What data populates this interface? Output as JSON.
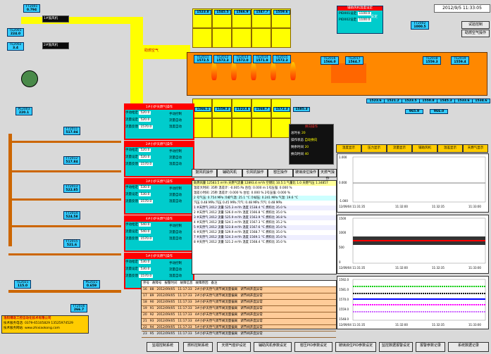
{
  "header": {
    "datetime": "2012/9/5 11:33:05"
  },
  "left_tags": [
    {
      "id": "FT2001",
      "v": "0.794"
    },
    {
      "id": "TE2001",
      "v": "224.0"
    },
    {
      "id": "TE2002",
      "v": "3.4"
    },
    {
      "id": "PE2003",
      "v": "220.1"
    },
    {
      "id": "FT2011",
      "v": "517.04"
    },
    {
      "id": "FT2012",
      "v": "517.84"
    },
    {
      "id": "FT2013",
      "v": "522.85"
    },
    {
      "id": "FT2014",
      "v": "524.58"
    },
    {
      "id": "FT2015",
      "v": "521.6"
    },
    {
      "id": "TE2021",
      "v": "115.0"
    },
    {
      "id": "PE2021",
      "v": "0.659"
    },
    {
      "id": "FT2016",
      "v": "266.7"
    }
  ],
  "fan_labels": {
    "fan1": "1#鼓风机",
    "fan2": "2#鼓风机",
    "air": "助燃空气",
    "gas": "天燃气"
  },
  "burner_panels": [
    {
      "title": "1#小炉天燃气操作",
      "rows": [
        {
          "k": "手动给定",
          "v": "520.0"
        },
        {
          "k": "流量设定",
          "v": "520.0"
        },
        {
          "k": "流量反馈",
          "v": "1570.0"
        }
      ],
      "opts": [
        "手动控制",
        "流量自动",
        "温度自动"
      ]
    },
    {
      "title": "2#小炉天燃气操作",
      "rows": [
        {
          "k": "手动给定",
          "v": "520.0"
        },
        {
          "k": "流量设定",
          "v": "520.0"
        },
        {
          "k": "流量反馈",
          "v": "1570.0"
        }
      ],
      "opts": [
        "手动控制",
        "流量自动",
        "温度自动"
      ]
    },
    {
      "title": "3#小炉天燃气操作",
      "rows": [
        {
          "k": "手动给定",
          "v": "530.0"
        },
        {
          "k": "流量设定",
          "v": "530.0"
        },
        {
          "k": "流量反馈",
          "v": "1570.0"
        }
      ],
      "opts": [
        "手动控制",
        "流量自动",
        "温度自动"
      ]
    },
    {
      "title": "4#小炉天燃气操作",
      "rows": [
        {
          "k": "手动给定",
          "v": "540.0"
        },
        {
          "k": "流量设定",
          "v": "540.0"
        },
        {
          "k": "流量反馈",
          "v": "1570.0"
        }
      ],
      "opts": [
        "手动控制",
        "流量自动",
        "温度自动"
      ]
    },
    {
      "title": "5#小炉天燃气操作",
      "rows": [
        {
          "k": "手动给定",
          "v": "530.0"
        },
        {
          "k": "流量设定",
          "v": "530.0"
        },
        {
          "k": "流量反馈",
          "v": "1570.0"
        }
      ],
      "opts": [
        "手动控制",
        "流量自动",
        "温度自动"
      ]
    }
  ],
  "furnace_tags": [
    "TE2011",
    "TE2012",
    "TE2013",
    "TE2014",
    "TE2015",
    "TE2016",
    "TE2017",
    "TE2018",
    "TE2019"
  ],
  "furnace_values": [
    "1572.5",
    "1572.3",
    "1572.0",
    "1571.9",
    "1572.3",
    "1566.0",
    "1564.7",
    "1559.3",
    "1559.4"
  ],
  "bottom_tags": [
    "1566.1",
    "1559.3",
    "1523.4",
    "1568.7",
    "1572.3",
    "1585.3"
  ],
  "regen_tags": [
    "1523.8",
    "1545.5",
    "1566.9",
    "1547.7",
    "1559.6"
  ],
  "right_tags": [
    "1523.6",
    "1521.2",
    "1523.5",
    "1550.8",
    "1545.3",
    "1533.6",
    "1534.6",
    "965.9",
    "966.0"
  ],
  "right_top": {
    "title": "辅助风机温度设定",
    "rows": [
      {
        "k": "PID001设定",
        "v": "1100.0"
      },
      {
        "k": "PID002设定",
        "v": "1100.0"
      }
    ],
    "setpoint_label": "设定",
    "btn1": "试验控制",
    "btn2": "助燃空气操作",
    "fan_tag": "FT2002",
    "fan_v": "1000.5"
  },
  "status_buttons": [
    "温度显示",
    "压力显示",
    "流量显示",
    "辅助风机",
    "温差显示",
    "天燃气显示"
  ],
  "mid_buttons": [
    "鼓风机操作",
    "辅助风机",
    "引风机操作",
    "窑压操作",
    "玻璃液位操作",
    "天燃气操作"
  ],
  "info_panel": {
    "title": "换向操作",
    "rows": [
      {
        "k": "总时长",
        "v": "20"
      },
      {
        "k": "操作状态",
        "v": "自动换向"
      },
      {
        "k": "剩余时间",
        "v": "20"
      },
      {
        "k": "换向时间",
        "v": "40"
      }
    ]
  },
  "summary_line": "助燃风量 12583.5 m³/h  天燃气流量 12893.4 m³/h  空燃比 10.5:1  气量比 1.0  天燃气压 1.34857",
  "summary_rows": [
    "温差大时间: 35秒  温差计: -0.005 Pa  台位: 0.000 m  1号压强: 0.000 %",
    "温差小时间: 25秒  温差计: 0.000 %  台位: 0.000 %  2号压强: 0.000 %",
    "2 号气压: 0.754 MPa  冷却气温: 25.1 °C  冷却压: 0.241 MPa  气温: 19.6 °C",
    "汽压 0.48 MPa  汽压 0.45 MPa  汽气: 0.48 MPa  汽气: 0.48 MPa"
  ],
  "data_rows": [
    "1 #天然气 2012 流量 525.3 m³/h  温度 1538.4 °C  燃料比 35.0 %",
    "2 #天然气 2012 流量 526.0 m³/h  温度 1566.8 °C  燃料比 35.0 %",
    "3 #天然气 2012 流量 525.9 m³/h  温度 1563.9 °C  燃料比 36.8 %",
    "4 #天然气 2012 流量 524.1 m³/h  温度 1567.3 °C  燃料比 35.2 %",
    "5 #天然气 2012 流量 523.8 m³/h  温度 1567.6 °C  燃料比 35.0 %",
    "6 #天然气 2012 流量 529.9 m³/h  温度 1568.7 °C  燃料比 35.0 %",
    "7 #天然气 2012 流量 524.3 m³/h  温度 1569.1 °C  燃料比 35.0 %",
    "8 #天然气 2012 流量 521.2 m³/h  温度 1568.4 °C  燃料比 35.0 %"
  ],
  "alarm_table": {
    "headers": [
      "序号",
      "故障号",
      "报警时间",
      "故障信息",
      "故障原因",
      "备注"
    ],
    "rows": [
      [
        "16",
        "88",
        "2012/09/05",
        "11:17:33",
        "2#小炉天然气调节阀流量偏离",
        "调节阀开度异常"
      ],
      [
        "17",
        "89",
        "2012/09/05",
        "11:17:33",
        "2#小炉天然气调节阀流量偏离",
        "调节阀开度异常"
      ],
      [
        "18",
        "90",
        "2012/09/05",
        "11:17:33",
        "3#小炉天然气调节阀流量偏离",
        "调节阀开度异常"
      ],
      [
        "19",
        "91",
        "2012/09/05",
        "11:17:33",
        "3#小炉天然气调节阀流量偏离",
        "调节阀开度异常"
      ],
      [
        "20",
        "92",
        "2012/09/05",
        "11:17:33",
        "4#小炉天然气调节阀流量偏离",
        "调节阀开度异常"
      ],
      [
        "21",
        "93",
        "2012/09/05",
        "11:17:33",
        "4#小炉天然气调节阀流量偏离",
        "调节阀开度异常"
      ],
      [
        "22",
        "94",
        "2012/09/05",
        "11:17:33",
        "5#小炉天然气调节阀流量偏离",
        "调节阀开度异常"
      ],
      [
        "23",
        "95",
        "2012/09/05",
        "11:17:33",
        "5#小炉天然气调节阀流量偏离",
        "调节阀开度异常"
      ]
    ]
  },
  "charts": [
    {
      "ticks_y": [
        "1.000",
        "0.000",
        "-1.000"
      ],
      "ticks_x": [
        "12/09/04 11:31:35",
        "11:32:00",
        "11:32:35",
        "11:33:00"
      ]
    },
    {
      "ticks_y": [
        "1500",
        "1000",
        "500",
        "0"
      ],
      "ticks_x": [
        "12/09/04 11:31:35",
        "11:32:00",
        "11:32:35",
        "11:33:00"
      ]
    },
    {
      "ticks_y": [
        "1592.0",
        "1581.0",
        "1570.0",
        "1559.0",
        "1548.0"
      ],
      "ticks_x": [
        "12/09/04 11:31:35",
        "11:32:00",
        "11:32:35",
        "11:33:00"
      ]
    }
  ],
  "company": {
    "name": "洛阳博迭工控自动化技术有限公司",
    "line1": "技术服务电话: 0379-65105829  13525974529",
    "line2": "技术服务网站: www.zhixiaokong.com"
  },
  "footer_buttons": [
    "监视控制系统",
    "燃料控制系统",
    "天燃气窑炉设定",
    "辅助风机参数设定",
    "窑压PID参数设定",
    "玻璃液位PID参数设定",
    "监控数据报警设定",
    "报警参数记录",
    "系统数据记录"
  ],
  "colors": {
    "accent": "#33ccff",
    "furnace": "#ff8800",
    "panel": "#00cccc",
    "alarm": "#ffcc99"
  }
}
